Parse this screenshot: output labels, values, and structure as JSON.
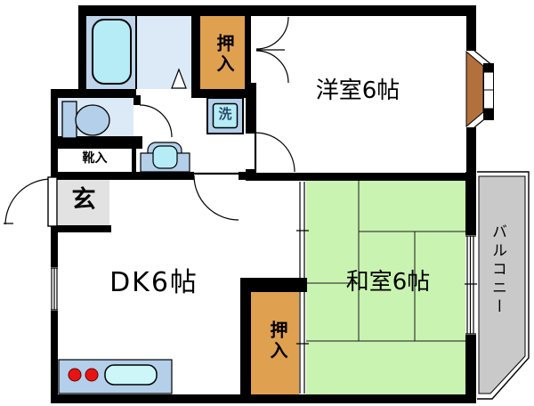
{
  "labels": {
    "western_room": "洋室6帖",
    "japanese_room": "和室6帖",
    "dining_kitchen": "DK6帖",
    "balcony": "バルコニー",
    "entrance": "玄",
    "shoe_cabinet": "靴入",
    "closet_upper": "押入",
    "closet_lower": "押入",
    "washing_machine": "洗"
  },
  "colors": {
    "wall": "#000000",
    "tatami-green": "#c9f3b1",
    "closet-orange": "#dfa050",
    "balcony-gray": "#c9c9c9",
    "genkan-gray": "#e2e2e2",
    "bay-window-brown": "#b2713c",
    "bath-blue": "#bdd4ea",
    "room-lightblue": "#dceaf8",
    "fixture-blue": "#b3cfe9",
    "water-cyan": "#b5ecf6",
    "sink-cyan": "#ccf6f8",
    "burner-red": "#e81414",
    "wash-text": "#2a4a66"
  }
}
